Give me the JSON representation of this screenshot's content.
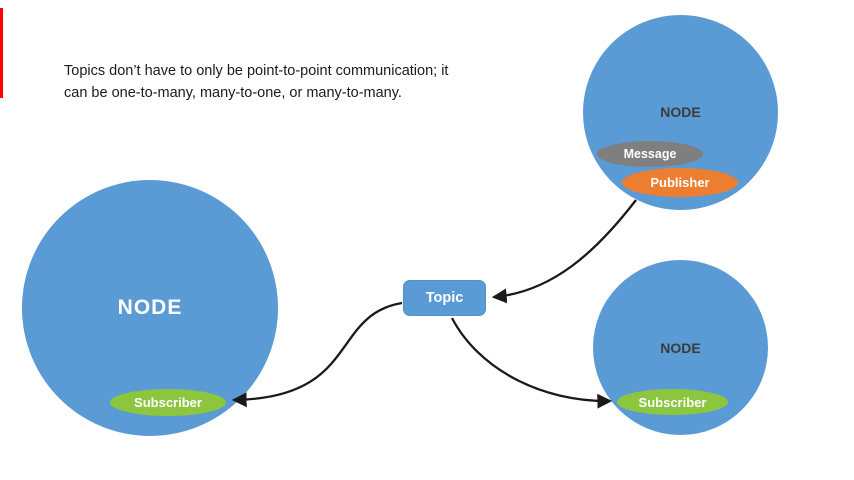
{
  "description": {
    "line1": "Topics don’t have to only be point-to-point communication; it",
    "line2": "can be one-to-many, many-to-one, or many-to-many."
  },
  "topic": {
    "label": "Topic"
  },
  "nodes": {
    "left": {
      "label": "NODE",
      "subscriber": "Subscriber"
    },
    "top_right": {
      "label": "NODE",
      "message": "Message",
      "publisher": "Publisher"
    },
    "bottom_right": {
      "label": "NODE",
      "subscriber": "Subscriber"
    }
  },
  "colors": {
    "node_blue": "#5B9BD5",
    "subscriber_green": "#8CC63E",
    "publisher_orange": "#ED7D31",
    "message_gray": "#7F7F7F",
    "arrow_black": "#1a1a1a",
    "accent_red": "#FF0000"
  }
}
